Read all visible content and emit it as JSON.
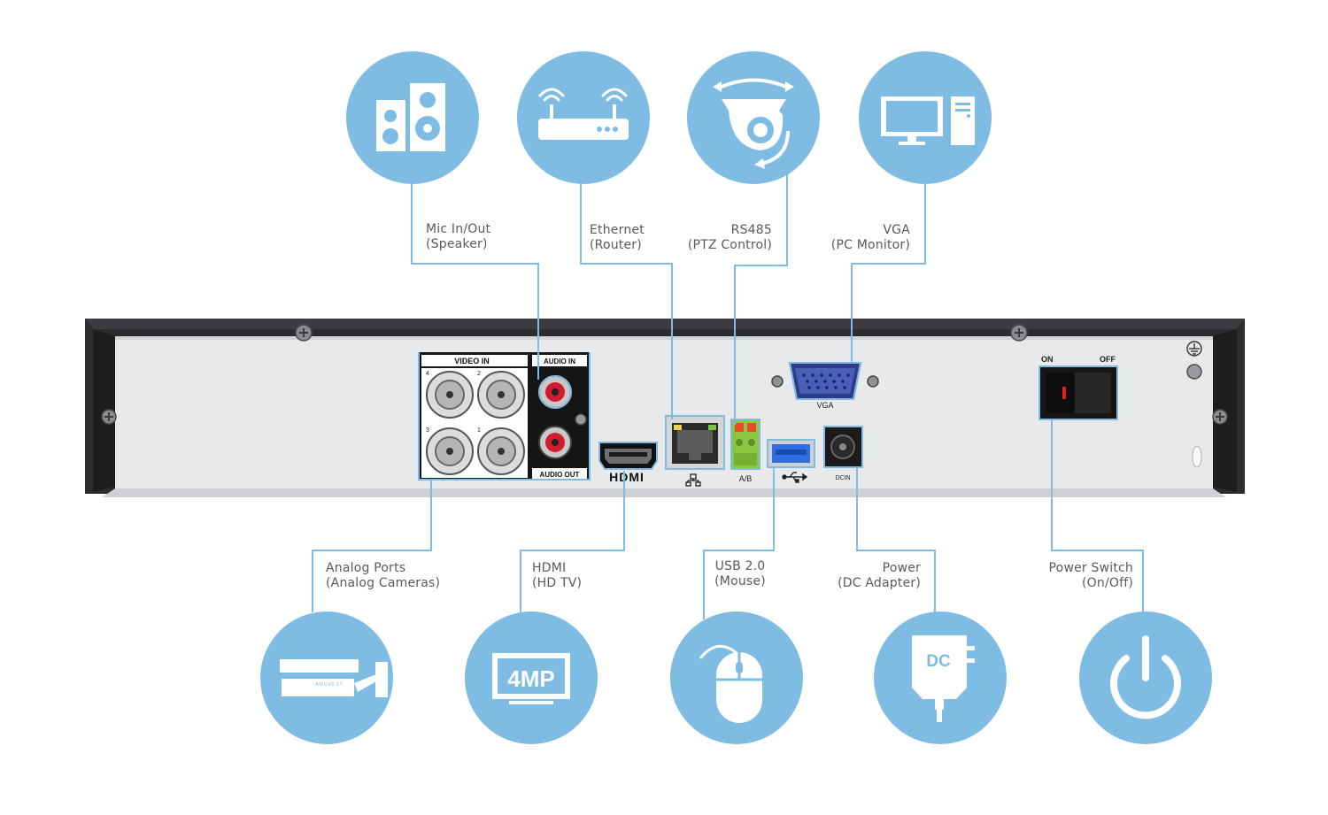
{
  "diagram": {
    "accent": "#7fbce3",
    "line_color": "#7fbce3",
    "top_labels": [
      {
        "id": "mic",
        "line1": "Mic In/Out",
        "line2": "(Speaker)",
        "icon": "speakers-icon"
      },
      {
        "id": "ethernet",
        "line1": "Ethernet",
        "line2": "(Router)",
        "icon": "router-icon"
      },
      {
        "id": "rs485",
        "line1": "RS485",
        "line2": "(PTZ Control)",
        "icon": "ptz-dome-camera-icon"
      },
      {
        "id": "vga",
        "line1": "VGA",
        "line2": "(PC Monitor)",
        "icon": "pc-monitor-icon"
      }
    ],
    "bottom_labels": [
      {
        "id": "analog",
        "line1": "Analog Ports",
        "line2": "(Analog Cameras)",
        "icon": "bullet-camera-icon"
      },
      {
        "id": "hdmi",
        "line1": "HDMI",
        "line2": "(HD TV)",
        "icon": "4mp-tv-icon"
      },
      {
        "id": "usb",
        "line1": "USB 2.0",
        "line2": "(Mouse)",
        "icon": "mouse-icon"
      },
      {
        "id": "power",
        "line1": "Power",
        "line2": "(DC Adapter)",
        "icon": "dc-adapter-icon"
      },
      {
        "id": "switch",
        "line1": "Power Switch",
        "line2": "(On/Off)",
        "icon": "power-icon"
      }
    ],
    "icon_text": {
      "tv": "4MP",
      "adapter": "DC",
      "camera_brand": "AMCREST"
    },
    "panel": {
      "video_in": "VIDEO IN",
      "audio_in": "AUDIO IN",
      "audio_out": "AUDIO OUT",
      "bnc_numbers": [
        "4",
        "2",
        "3",
        "1"
      ],
      "hdmi": "HDMI",
      "ab": "A/B",
      "vga": "VGA",
      "dcin": "DCIN",
      "on": "ON",
      "off": "OFF"
    }
  }
}
